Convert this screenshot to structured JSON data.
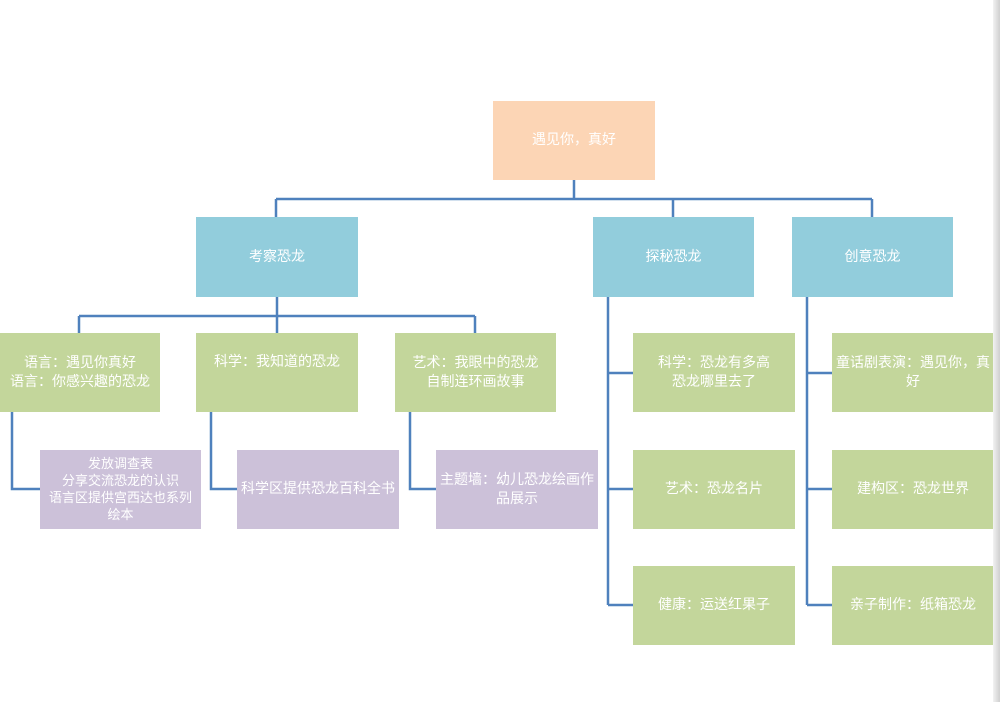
{
  "root": {
    "text": "遇见你，真好",
    "color": "#fcd5b5"
  },
  "branches": {
    "observe": {
      "text": "考察恐龙",
      "color": "#92cddc"
    },
    "explore": {
      "text": "探秘恐龙",
      "color": "#92cddc"
    },
    "create": {
      "text": "创意恐龙",
      "color": "#92cddc"
    }
  },
  "observe_children": {
    "language": {
      "text": "语言：遇见你真好\n语言：你感兴趣的恐龙",
      "color": "#c3d69b"
    },
    "science": {
      "text": "科学：我知道的恐龙",
      "color": "#c3d69b"
    },
    "art": {
      "text": "艺术：我眼中的恐龙\n自制连环画故事",
      "color": "#c3d69b"
    }
  },
  "observe_leaves": {
    "language": {
      "text": "发放调查表\n分享交流恐龙的认识\n语言区提供宫西达也系列绘本",
      "color": "#ccc1d9"
    },
    "science": {
      "text": "科学区提供恐龙百科全书",
      "color": "#ccc1d9"
    },
    "art": {
      "text": "主题墙：幼儿恐龙绘画作品展示",
      "color": "#ccc1d9"
    }
  },
  "explore_children": [
    {
      "text": "科学：恐龙有多高\n恐龙哪里去了"
    },
    {
      "text": "艺术：恐龙名片"
    },
    {
      "text": "健康：运送红果子"
    }
  ],
  "create_children": [
    {
      "text": "童话剧表演：遇见你，真好"
    },
    {
      "text": "建构区：恐龙世界"
    },
    {
      "text": "亲子制作：纸箱恐龙"
    }
  ],
  "connector_color": "#4f81bd"
}
